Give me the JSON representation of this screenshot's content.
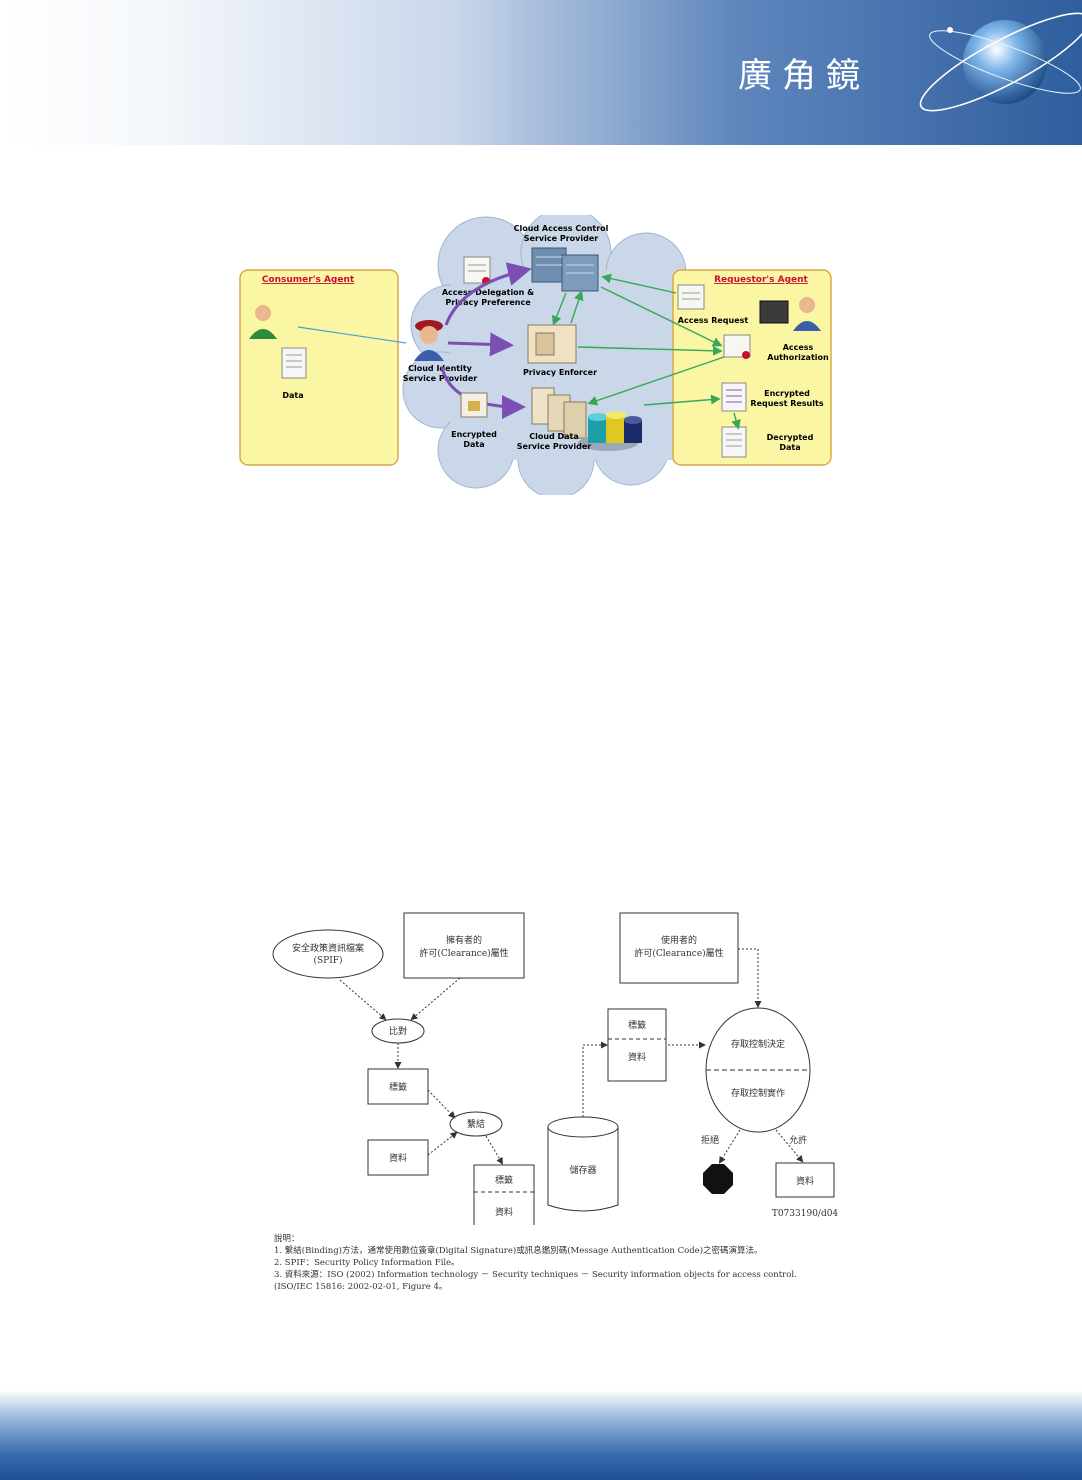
{
  "header": {
    "title": "廣角鏡"
  },
  "figure1": {
    "consumer_agent": "Consumer's Agent",
    "requestor_agent": "Requestor's Agent",
    "data": "Data",
    "cloud_access_control_1": "Cloud Access Control",
    "cloud_access_control_2": "Service Provider",
    "access_delegation_1": "Access Delegation &",
    "access_delegation_2": "Privacy Preference",
    "cloud_identity_1": "Cloud Identity",
    "cloud_identity_2": "Service Provider",
    "privacy_enforcer": "Privacy Enforcer",
    "encrypted_data_1": "Encrypted",
    "encrypted_data_2": "Data",
    "cloud_data_1": "Cloud Data",
    "cloud_data_2": "Service Provider",
    "access_request": "Access Request",
    "access_authorization_1": "Access",
    "access_authorization_2": "Authorization",
    "encrypted_results_1": "Encrypted",
    "encrypted_results_2": "Request Results",
    "decrypted_data_1": "Decrypted",
    "decrypted_data_2": "Data"
  },
  "figure2": {
    "spif_1": "安全政策資訊檔案",
    "spif_2": "(SPIF)",
    "owner_1": "擁有者的",
    "owner_2": "許可(Clearance)屬性",
    "user_1": "使用者的",
    "user_2": "許可(Clearance)屬性",
    "compare": "比對",
    "label_left": "標籤",
    "binding": "繫結",
    "data_left": "資料",
    "bound_label": "標籤",
    "bound_data": "資料",
    "storage": "儲存器",
    "stored_label": "標籤",
    "stored_data": "資料",
    "decision": "存取控制決定",
    "enforce": "存取控制實作",
    "deny": "拒絕",
    "allow": "允許",
    "data_allowed": "資料",
    "figure_code": "T0733190/d04"
  },
  "notes": [
    "說明：",
    "1. 繫結(Binding)方法，通常使用數位簽章(Digital Signature)或訊息鑑別碼(Message Authentication Code)之密碼演算法。",
    "2. SPIF：Security Policy Information File。",
    "3. 資料來源：ISO (2002) Information technology － Security techniques － Security information objects for access control.",
    "   (ISO/IEC 15816: 2002-02-01, Figure 4。"
  ],
  "colors": {
    "header_blue": "#2e5e9e",
    "agent_box": "#fbf6a4",
    "agent_title": "#c8102e",
    "arrow_purple": "#7b4fb4",
    "arrow_green": "#38a858",
    "cloud": "#c9d7e8"
  }
}
